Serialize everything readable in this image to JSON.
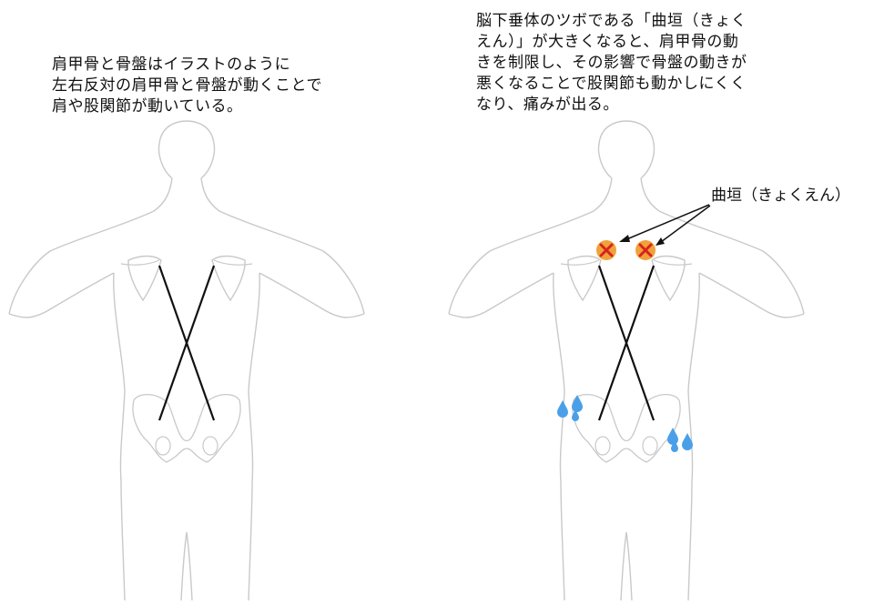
{
  "left_panel": {
    "caption_lines": [
      "肩甲骨と骨盤はイラストのように",
      "左右反対の肩甲骨と骨盤が動くことで",
      "肩や股関節が動いている。"
    ]
  },
  "right_panel": {
    "caption_lines": [
      "脳下垂体のツボである「曲垣（きょく",
      "えん）」が大きくなると、肩甲骨の動",
      "きを制限し、その影響で骨盤の動きが",
      "悪くなることで股関節も動かしにくく",
      "なり、痛みが出る。"
    ],
    "callout_label": "曲垣（きょくえん）"
  },
  "colors": {
    "outline": "#c9c9c9",
    "cross_line": "#111111",
    "marker_fill": "#f0a23a",
    "marker_x": "#d8231c",
    "sweat_drop": "#4aa0e8",
    "text": "#111111"
  },
  "icons": [
    "acupoint-x-marker",
    "sweat-drops-icon",
    "callout-arrow"
  ]
}
